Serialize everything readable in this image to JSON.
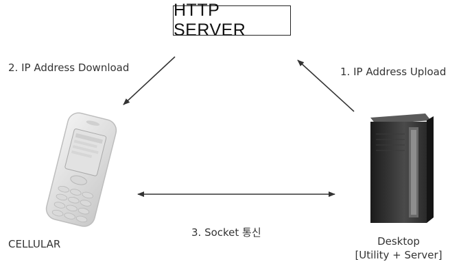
{
  "server": {
    "label": "HTTP SERVER"
  },
  "edges": {
    "download": "2. IP Address Download",
    "upload": "1. IP Address Upload",
    "socket": "3. Socket 통신"
  },
  "nodes": {
    "cellular": "CELLULAR",
    "desktop_line1": "Desktop",
    "desktop_line2": "[Utility + Server]"
  },
  "colors": {
    "arrow": "#333333",
    "text": "#333333",
    "box_border": "#222222"
  }
}
